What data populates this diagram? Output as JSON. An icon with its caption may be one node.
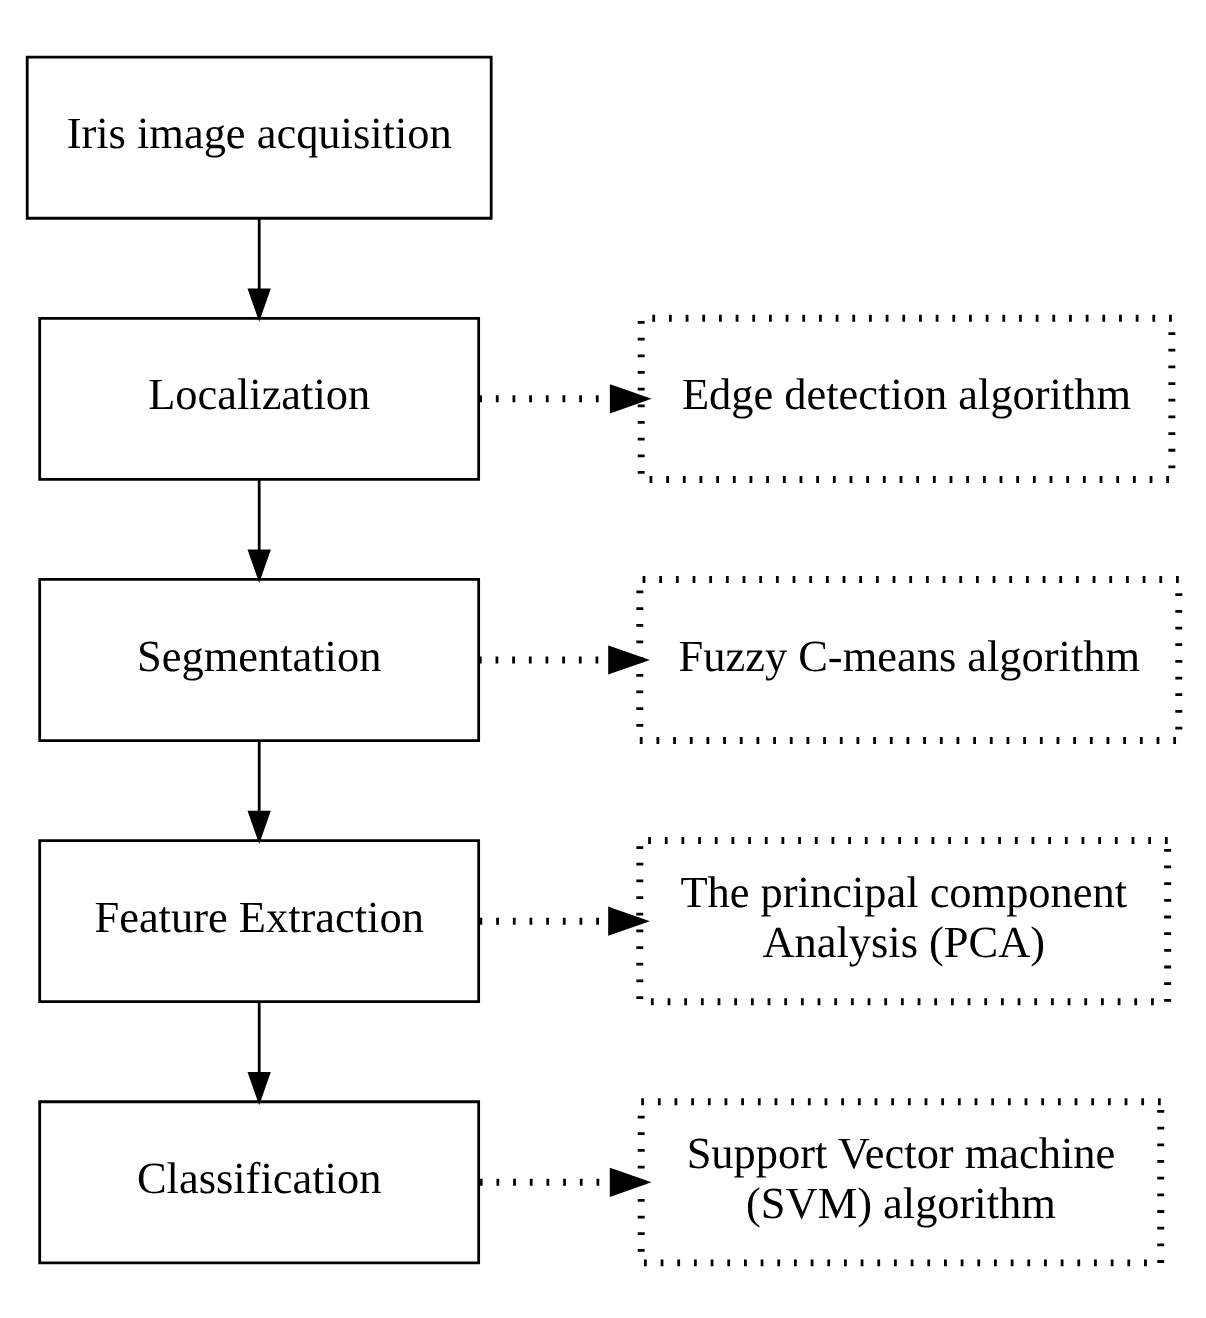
{
  "diagram": {
    "nodes": [
      {
        "text": [
          "Iris image acquisition"
        ]
      },
      {
        "text": [
          "Localization"
        ]
      },
      {
        "text": [
          "Edge detection algorithm"
        ]
      },
      {
        "text": [
          "Segmentation"
        ]
      },
      {
        "text": [
          "Fuzzy C-means algorithm"
        ]
      },
      {
        "text": [
          "Feature Extraction"
        ]
      },
      {
        "text": [
          "The principal component Analysis (PCA)"
        ]
      },
      {
        "text": [
          "Classification"
        ]
      },
      {
        "text": [
          "Support Vector machine (SVM) algorithm"
        ]
      }
    ],
    "edges": [
      {
        "from": 0,
        "to": 1,
        "arrow": "to"
      },
      {
        "from": 1,
        "to": 2,
        "arrow": "to",
        "style": "dashed"
      },
      {
        "from": 1,
        "to": 3,
        "arrow": "to"
      },
      {
        "from": 3,
        "to": 4,
        "arrow": "to",
        "style": "dashed"
      },
      {
        "from": 3,
        "to": 5,
        "arrow": "to"
      },
      {
        "from": 5,
        "to": 6,
        "arrow": "to",
        "style": "dashed"
      },
      {
        "from": 5,
        "to": 7,
        "arrow": "to"
      },
      {
        "from": 7,
        "to": 8,
        "arrow": "to",
        "style": "dashed"
      }
    ]
  }
}
